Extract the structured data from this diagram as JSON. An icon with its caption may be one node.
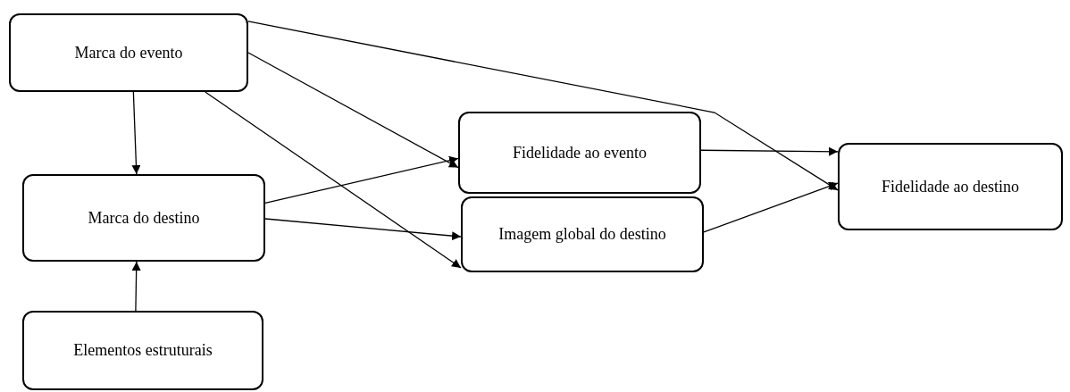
{
  "diagram": {
    "nodes": [
      {
        "text": [
          "Marca do evento"
        ]
      },
      {
        "text": [
          "Marca do destino"
        ]
      },
      {
        "text": [
          "Elementos estruturais"
        ]
      },
      {
        "text": [
          "Fidelidade ao evento"
        ]
      },
      {
        "text": [
          "Imagem global do destino"
        ]
      },
      {
        "text": [
          "Fidelidade ao destino"
        ]
      }
    ],
    "edges": [
      {
        "from": 0,
        "to": 1,
        "arrow": "to"
      },
      {
        "from": 2,
        "to": 1,
        "arrow": "to"
      },
      {
        "from": 0,
        "to": 3,
        "arrow": "to"
      },
      {
        "from": 0,
        "to": 4,
        "arrow": "to"
      },
      {
        "from": 0,
        "to": 5,
        "arrow": "to"
      },
      {
        "from": 1,
        "to": 3,
        "arrow": "to"
      },
      {
        "from": 1,
        "to": 4,
        "arrow": "to"
      },
      {
        "from": 3,
        "to": 5,
        "arrow": "to"
      },
      {
        "from": 4,
        "to": 5,
        "arrow": "to"
      }
    ]
  }
}
